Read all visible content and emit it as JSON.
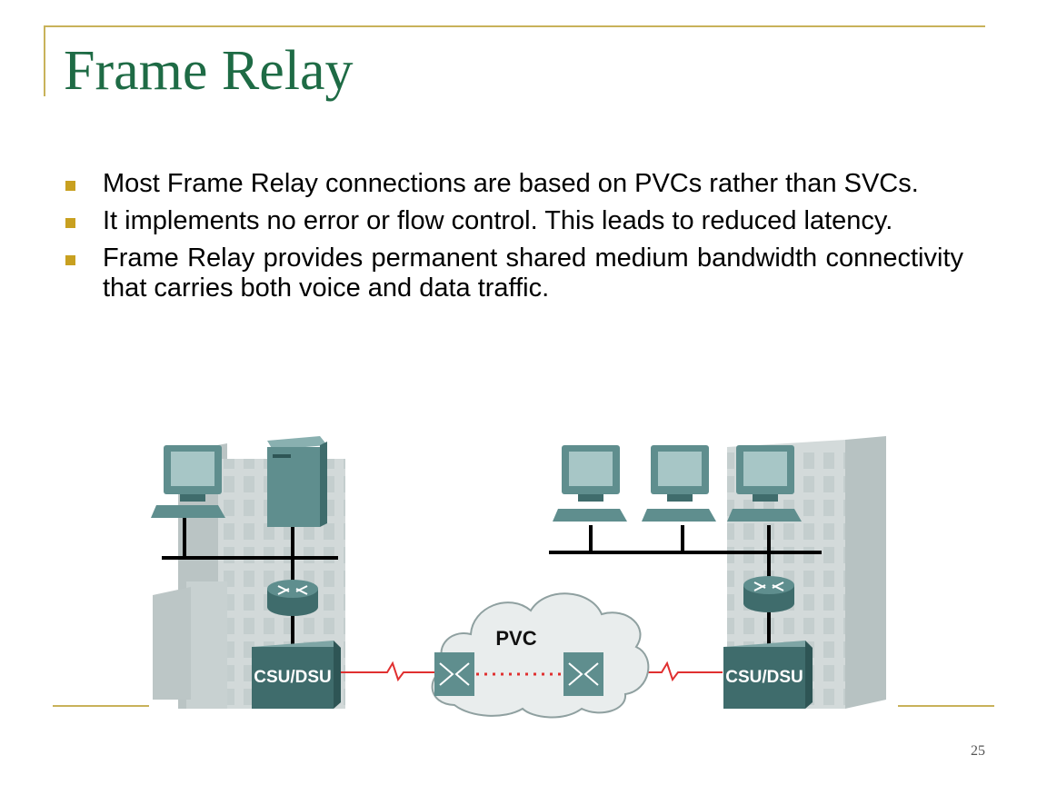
{
  "title": "Frame Relay",
  "bullets": [
    "Most Frame Relay connections are based on PVCs rather than SVCs.",
    "It implements no error or flow control. This leads to reduced latency.",
    "Frame Relay provides permanent shared medium bandwidth connectivity that carries both voice and data traffic."
  ],
  "diagram": {
    "cloud_label": "PVC",
    "left_site": {
      "csu_dsu_label": "CSU/DSU"
    },
    "right_site": {
      "csu_dsu_label": "CSU/DSU"
    }
  },
  "page_number": "25",
  "colors": {
    "title": "#1e6b45",
    "accent_rule": "#c8b25a",
    "bullet_marker": "#c8a020",
    "device_teal": "#5f8e8e",
    "wan_link": "#e03030"
  }
}
